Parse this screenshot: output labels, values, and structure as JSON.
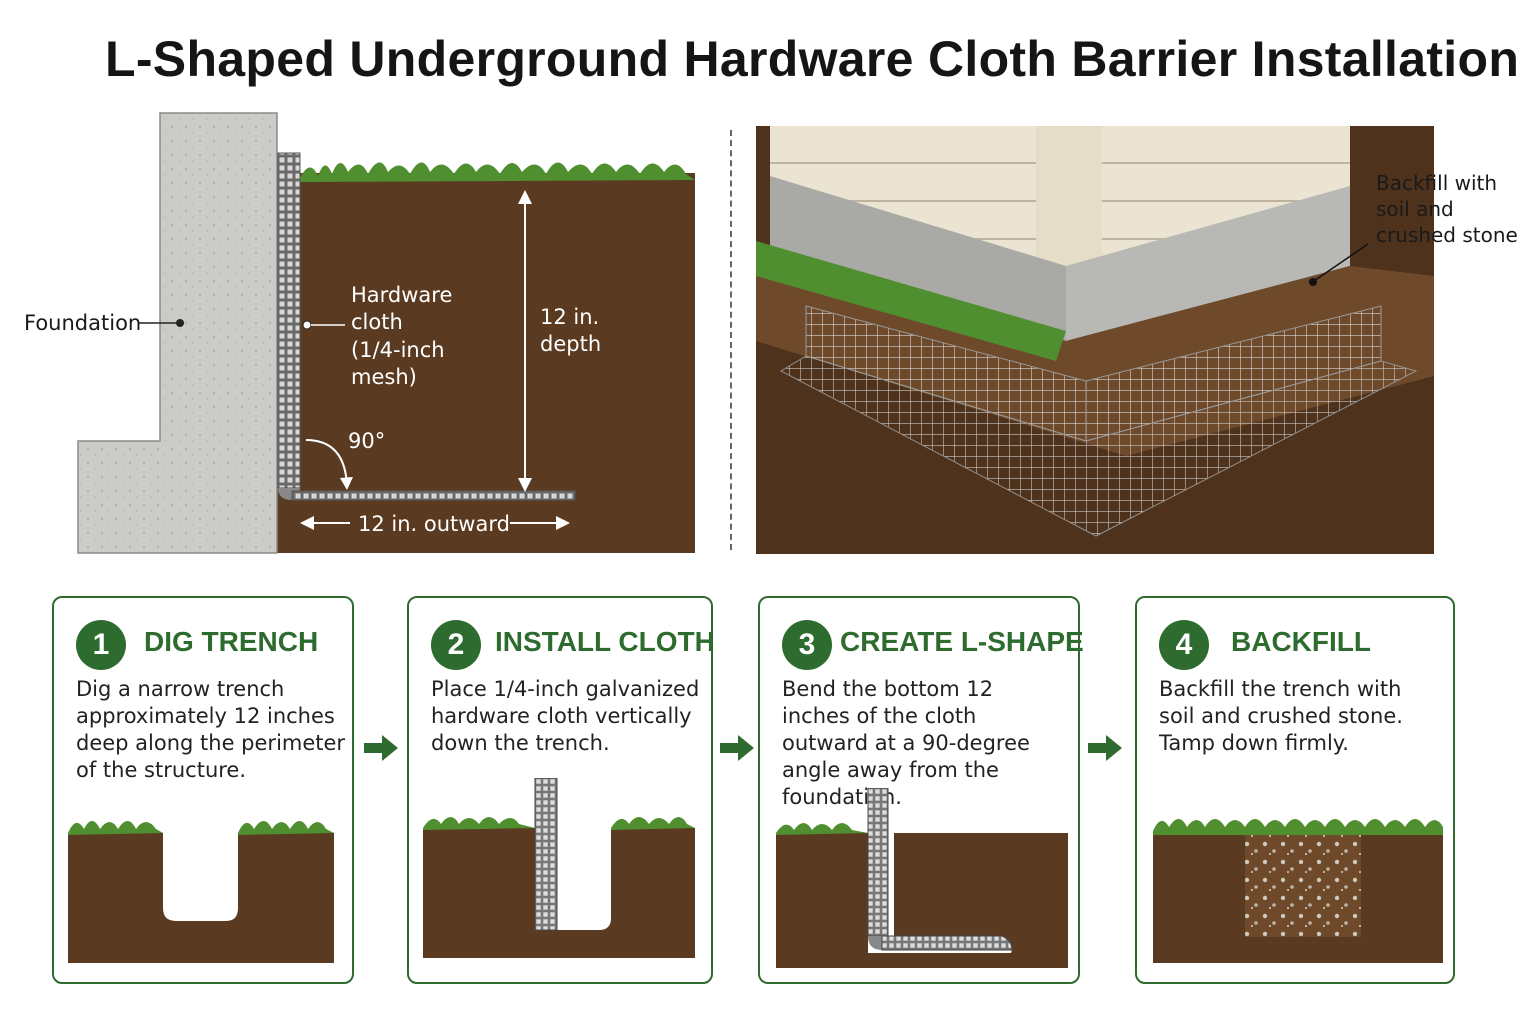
{
  "title": "L-Shaped Underground Hardware Cloth Barrier Installation",
  "cross_section": {
    "foundation_label": "Foundation",
    "cloth_label_lines": [
      "Hardware",
      "cloth",
      "(1/4-inch",
      "mesh)"
    ],
    "angle_label": "90°",
    "depth_label_lines": [
      "12 in.",
      "depth"
    ],
    "outward_label": "12 in. outward"
  },
  "perspective": {
    "backfill_label_lines": [
      "Backfill with",
      "soil and",
      "crushed stone"
    ]
  },
  "steps": [
    {
      "number": "1",
      "title": "DIG TRENCH",
      "text": "Dig a narrow trench approximately 12 inches deep along the perimeter of the structure."
    },
    {
      "number": "2",
      "title": "INSTALL CLOTH",
      "text": "Place 1/4-inch galvanized hardware cloth vertically down the trench."
    },
    {
      "number": "3",
      "title": "CREATE L-SHAPE",
      "text": "Bend the bottom 12 inches of the cloth outward at a 90-degree angle away from the foundation."
    },
    {
      "number": "4",
      "title": "BACKFILL",
      "text": "Backfill the trench with soil and crushed stone. Tamp down firmly."
    }
  ],
  "colors": {
    "accent": "#2e6b2e",
    "soil": "#5a3b22",
    "grass": "#4f8f2f",
    "concrete": "#c9c9c6"
  }
}
